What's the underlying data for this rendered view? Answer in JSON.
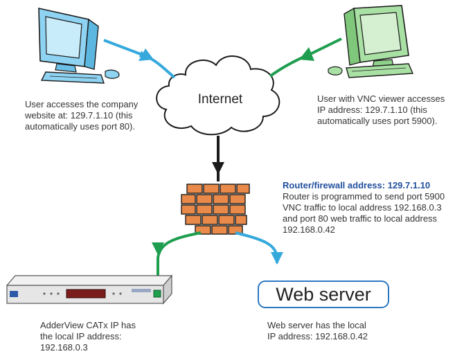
{
  "internet": {
    "label": "Internet"
  },
  "user_company": {
    "lines": [
      "User accesses the company",
      "website at: 129.7.1.10 (this",
      "automatically uses port 80)."
    ]
  },
  "user_vnc": {
    "lines": [
      "User with VNC viewer accesses",
      "IP address: 129.7.1.10 (this",
      "automatically uses port 5900)."
    ]
  },
  "router": {
    "heading": "Router/firewall address: 129.7.1.10",
    "lines": [
      "Router is programmed to send port 5900",
      "VNC traffic to local address 192.168.0.3",
      "and port 80 web traffic to local address",
      "192.168.0.42"
    ]
  },
  "web_server": {
    "box_label": "Web server",
    "lines": [
      "Web server has the local",
      "IP address: 192.168.0.42"
    ]
  },
  "adderview": {
    "lines": [
      "AdderView CATx IP has",
      "the local IP address:",
      "192.168.0.3"
    ]
  },
  "colors": {
    "blue_link": "#35a8dc",
    "green_link": "#1f9e50",
    "black_link": "#1a1a1a",
    "blue_monitor": "#8fd3f2",
    "green_monitor": "#a9e0a4",
    "brick": "#e98a4a",
    "heading_blue": "#1f4e9c"
  }
}
